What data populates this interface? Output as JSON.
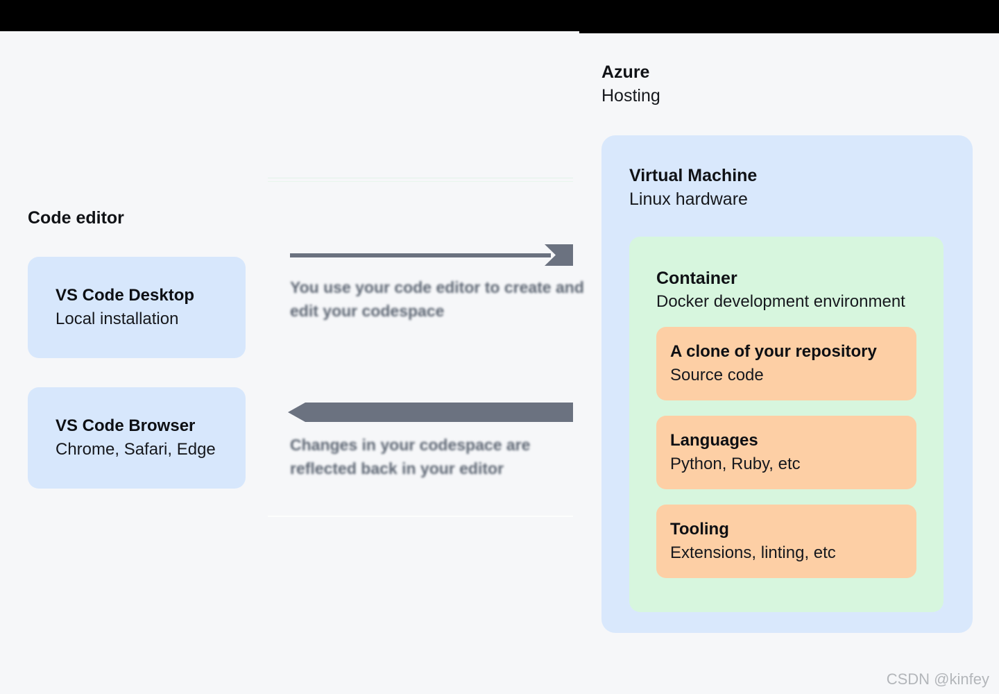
{
  "colors": {
    "background": "#f6f7f9",
    "top_bar": "#000000",
    "editor_box": "#d7e7fc",
    "vm_box": "#d9e8fc",
    "container_box": "#d7f6de",
    "component_box": "#fdcfa5",
    "arrow": "#6b7280",
    "arrow_label_text": "#5d6673",
    "heading_text": "#101216",
    "watermark_text": "#b3b6ba"
  },
  "left_column": {
    "heading": "Code editor",
    "boxes": [
      {
        "title": "VS Code Desktop",
        "subtitle": "Local installation"
      },
      {
        "title": "VS Code Browser",
        "subtitle": "Chrome, Safari, Edge"
      }
    ]
  },
  "flows": {
    "to_host": {
      "direction": "right",
      "line1": "You use your code editor to create and",
      "line2": "edit your codespace"
    },
    "to_editor": {
      "direction": "left",
      "line1": "Changes in your codespace are",
      "line2": "reflected back in your editor"
    }
  },
  "right_column": {
    "heading": "Azure",
    "subheading": "Hosting",
    "vm": {
      "title": "Virtual Machine",
      "subtitle": "Linux hardware"
    },
    "container": {
      "title": "Container",
      "subtitle": "Docker development environment",
      "items": [
        {
          "title": "A clone of your repository",
          "subtitle": "Source code"
        },
        {
          "title": "Languages",
          "subtitle": "Python, Ruby, etc"
        },
        {
          "title": "Tooling",
          "subtitle": "Extensions, linting, etc"
        }
      ]
    }
  },
  "watermark": "CSDN @kinfey"
}
